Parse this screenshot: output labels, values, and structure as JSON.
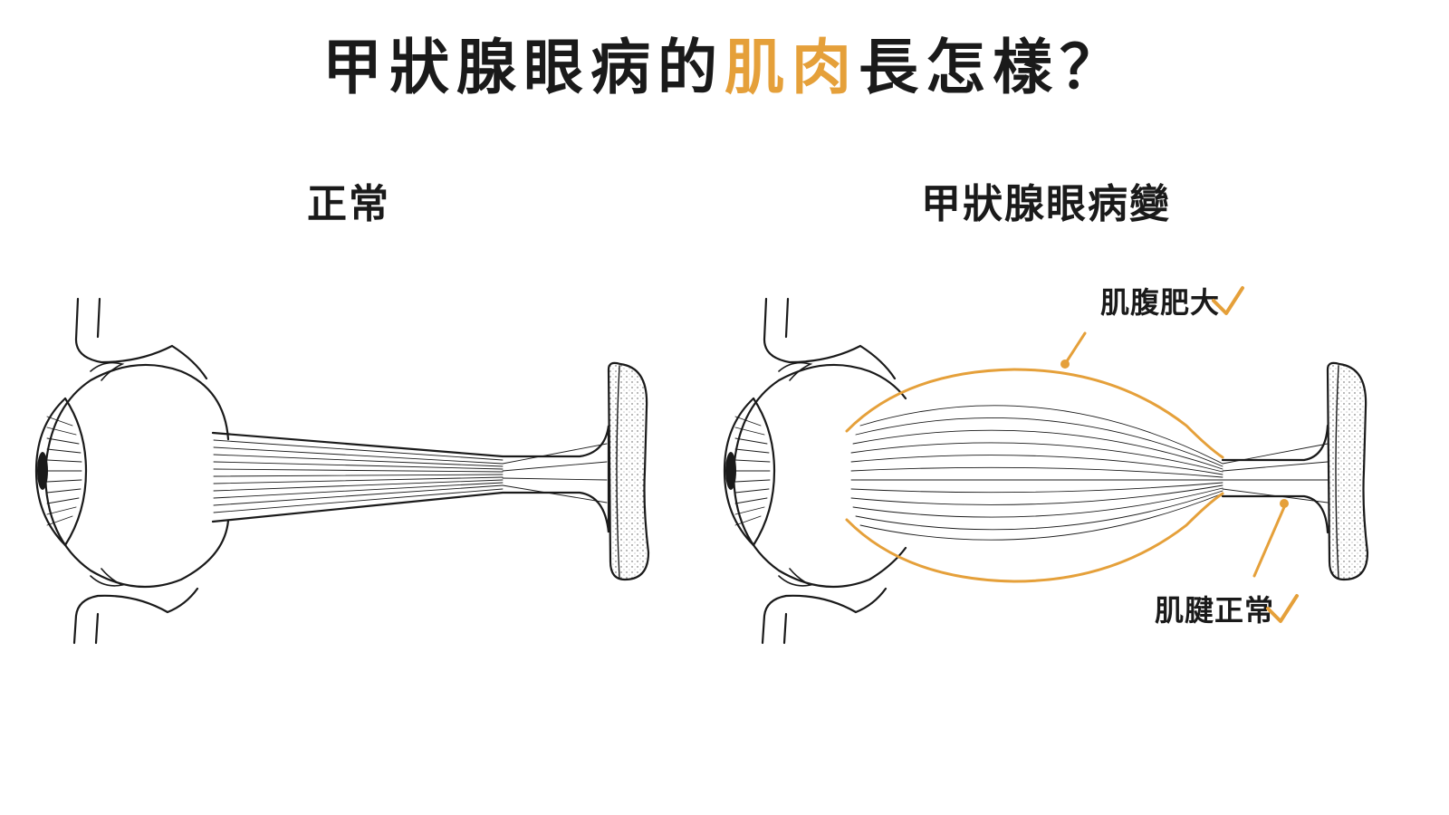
{
  "header": {
    "title_part1": "甲狀腺眼病的",
    "title_accent": "肌肉",
    "title_part2": "長怎樣？"
  },
  "panels": {
    "normal_title": "正常",
    "ted_title": "甲狀腺眼病變"
  },
  "callouts": {
    "belly_enlarged": "肌腹肥大",
    "tendon_normal": "肌腱正常",
    "check_glyph": "✓"
  },
  "colors": {
    "accent": "#e5a03a",
    "line": "#1a1a1a",
    "background": "#ffffff"
  }
}
